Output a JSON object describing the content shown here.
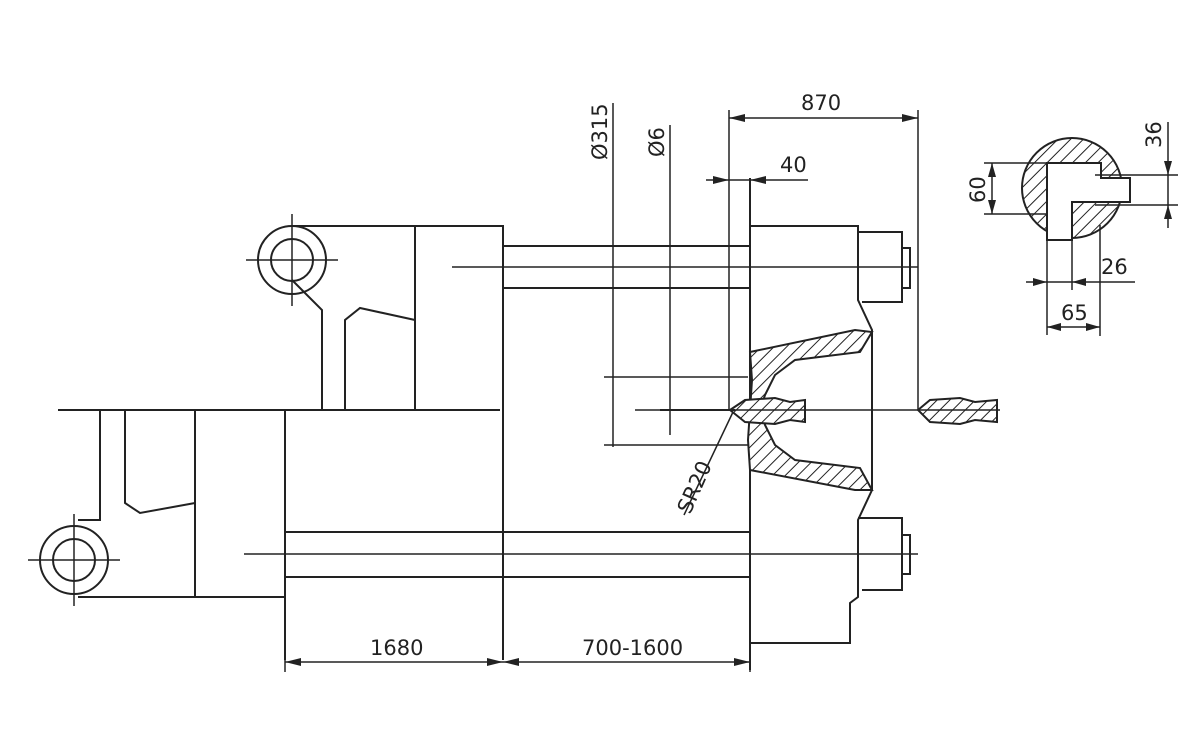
{
  "dimensions": {
    "phi315": "Ø315",
    "phi6": "Ø6",
    "d870": "870",
    "d40": "40",
    "d36": "36",
    "d60": "60",
    "d26": "26",
    "d65": "65",
    "sr20": "SR20",
    "d1680": "1680",
    "d700_1600": "700-1600"
  },
  "colors": {
    "line": "#222222",
    "background": "#ffffff"
  }
}
